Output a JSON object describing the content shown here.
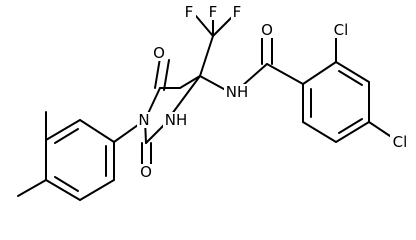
{
  "atoms": {
    "f1": "F",
    "f2": "F",
    "f3": "F",
    "o_amide": "O",
    "nh_amide": "NH",
    "cl_ortho": "Cl",
    "cl_para": "Cl",
    "o_ring_top": "O",
    "n_ring": "N",
    "nh_ring": "NH",
    "o_ring_bottom": "O"
  }
}
